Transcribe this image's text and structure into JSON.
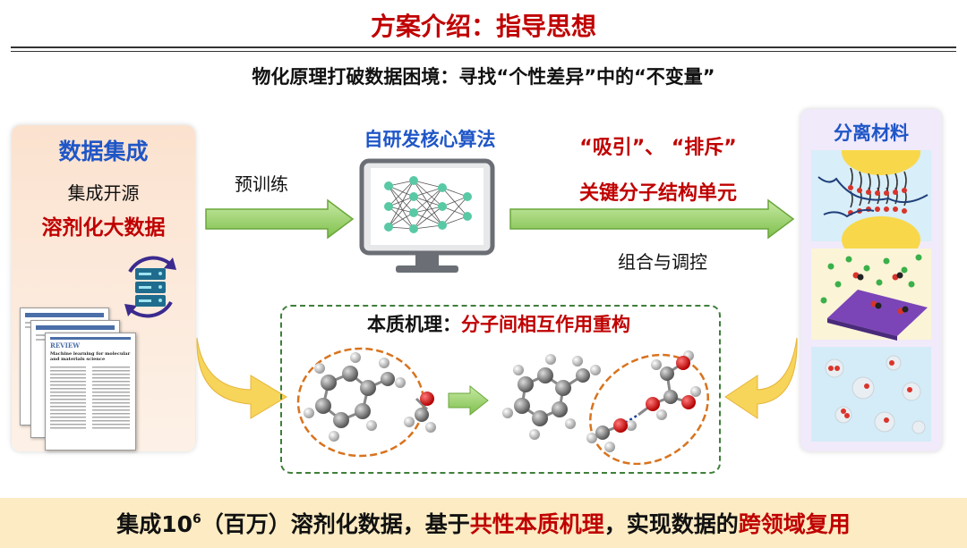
{
  "header": {
    "title": "方案介绍：指导思想",
    "subtitle": "物化原理打破数据困境：寻找“个性差异”中的“不变量”"
  },
  "left_panel": {
    "heading": "数据集成",
    "line1": "集成开源",
    "line2": "溶剂化大数据",
    "paper_review": "REVIEW",
    "paper_title": "Machine learning for molecular and materials science"
  },
  "flow": {
    "pretrain_label": "预训练",
    "algorithm_label": "自研发核心算法",
    "attract_repel": "“吸引”、 “排斥”",
    "key_units": "关键分子结构单元",
    "combine_label": "组合与调控"
  },
  "mechanism": {
    "prefix": "本质机理：",
    "highlight": "分子间相互作用重构"
  },
  "right_panel": {
    "heading": "分离材料"
  },
  "bottom": {
    "part1": "集成10",
    "sup": "6",
    "part2": "（百万）溶剂化数据，基于",
    "highlight1": "共性本质机理",
    "part3": "，实现数据的",
    "highlight2": "跨领域复用"
  },
  "colors": {
    "title_red": "#c00000",
    "heading_blue": "#1f56c7",
    "arrow_green": "#8fce5f",
    "callout_yellow": "#f7d45a",
    "dash_green": "#3f7f3a",
    "ellipse_orange": "#d8731e",
    "bottom_bar": "#fcebc3"
  }
}
